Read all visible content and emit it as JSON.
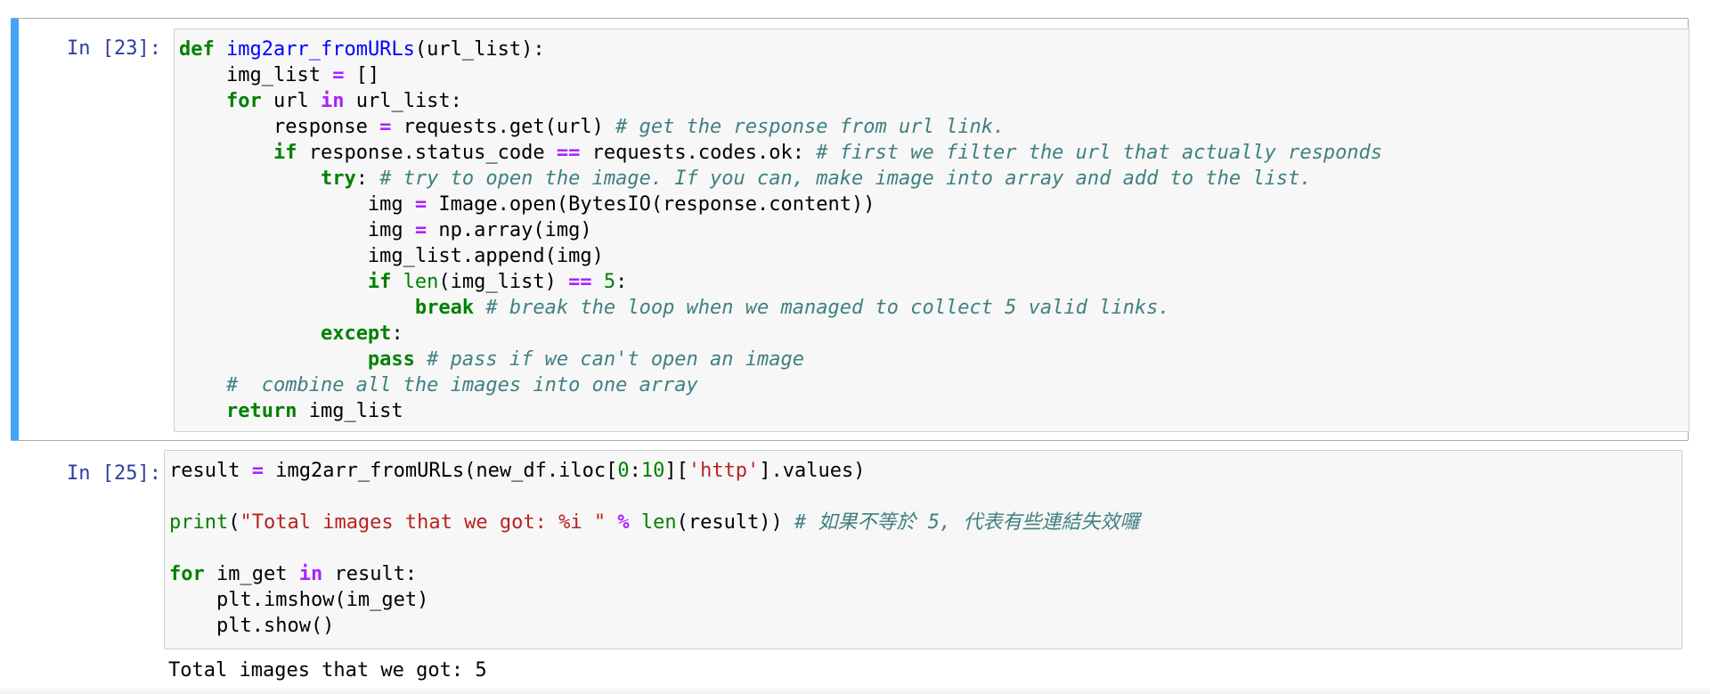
{
  "cells": [
    {
      "prompt": "In [23]:",
      "lines": [
        [
          [
            "kw",
            "def"
          ],
          [
            "t",
            " "
          ],
          [
            "fn",
            "img2arr_fromURLs"
          ],
          [
            "t",
            "(url_list):"
          ]
        ],
        [
          [
            "t",
            "    img_list "
          ],
          [
            "op",
            "="
          ],
          [
            "t",
            " []"
          ]
        ],
        [
          [
            "t",
            "    "
          ],
          [
            "kw",
            "for"
          ],
          [
            "t",
            " url "
          ],
          [
            "op",
            "in"
          ],
          [
            "t",
            " url_list:"
          ]
        ],
        [
          [
            "t",
            "        response "
          ],
          [
            "op",
            "="
          ],
          [
            "t",
            " requests.get(url) "
          ],
          [
            "cm",
            "# get the response from url link."
          ]
        ],
        [
          [
            "t",
            "        "
          ],
          [
            "kw",
            "if"
          ],
          [
            "t",
            " response.status_code "
          ],
          [
            "op",
            "=="
          ],
          [
            "t",
            " requests.codes.ok: "
          ],
          [
            "cm",
            "# first we filter the url that actually responds"
          ]
        ],
        [
          [
            "t",
            "            "
          ],
          [
            "kw",
            "try"
          ],
          [
            "t",
            ": "
          ],
          [
            "cm",
            "# try to open the image. If you can, make image into array and add to the list."
          ]
        ],
        [
          [
            "t",
            "                img "
          ],
          [
            "op",
            "="
          ],
          [
            "t",
            " Image.open(BytesIO(response.content))"
          ]
        ],
        [
          [
            "t",
            "                img "
          ],
          [
            "op",
            "="
          ],
          [
            "t",
            " np.array(img)"
          ]
        ],
        [
          [
            "t",
            "                img_list.append(img)"
          ]
        ],
        [
          [
            "t",
            "                "
          ],
          [
            "kw",
            "if"
          ],
          [
            "t",
            " "
          ],
          [
            "bi",
            "len"
          ],
          [
            "t",
            "(img_list) "
          ],
          [
            "op",
            "=="
          ],
          [
            "t",
            " "
          ],
          [
            "num",
            "5"
          ],
          [
            "t",
            ":"
          ]
        ],
        [
          [
            "t",
            "                    "
          ],
          [
            "kw",
            "break"
          ],
          [
            "t",
            " "
          ],
          [
            "cm",
            "# break the loop when we managed to collect 5 valid links."
          ]
        ],
        [
          [
            "t",
            "            "
          ],
          [
            "kw",
            "except"
          ],
          [
            "t",
            ":"
          ]
        ],
        [
          [
            "t",
            "                "
          ],
          [
            "kw",
            "pass"
          ],
          [
            "t",
            " "
          ],
          [
            "cm",
            "# pass if we can't open an image"
          ]
        ],
        [
          [
            "t",
            "    "
          ],
          [
            "cm",
            "#  combine all the images into one array"
          ]
        ],
        [
          [
            "t",
            "    "
          ],
          [
            "kw",
            "return"
          ],
          [
            "t",
            " img_list"
          ]
        ]
      ],
      "output": ""
    },
    {
      "prompt": "In [25]:",
      "lines": [
        [
          [
            "t",
            "result "
          ],
          [
            "op",
            "="
          ],
          [
            "t",
            " img2arr_fromURLs(new_df.iloc["
          ],
          [
            "num",
            "0"
          ],
          [
            "t",
            ":"
          ],
          [
            "num",
            "10"
          ],
          [
            "t",
            "]["
          ],
          [
            "str",
            "'http'"
          ],
          [
            "t",
            "].values)"
          ]
        ],
        [
          [
            "t",
            ""
          ]
        ],
        [
          [
            "bi",
            "print"
          ],
          [
            "t",
            "("
          ],
          [
            "str",
            "\"Total images that we got: %i \""
          ],
          [
            "t",
            " "
          ],
          [
            "op",
            "%"
          ],
          [
            "t",
            " "
          ],
          [
            "bi",
            "len"
          ],
          [
            "t",
            "(result)) "
          ],
          [
            "cm",
            "# 如果不等於 5, 代表有些連結失效囉"
          ]
        ],
        [
          [
            "t",
            ""
          ]
        ],
        [
          [
            "kw",
            "for"
          ],
          [
            "t",
            " im_get "
          ],
          [
            "op",
            "in"
          ],
          [
            "t",
            " result:"
          ]
        ],
        [
          [
            "t",
            "    plt.imshow(im_get)"
          ]
        ],
        [
          [
            "t",
            "    plt.show()"
          ]
        ]
      ],
      "output": "Total images that we got: 5"
    }
  ]
}
